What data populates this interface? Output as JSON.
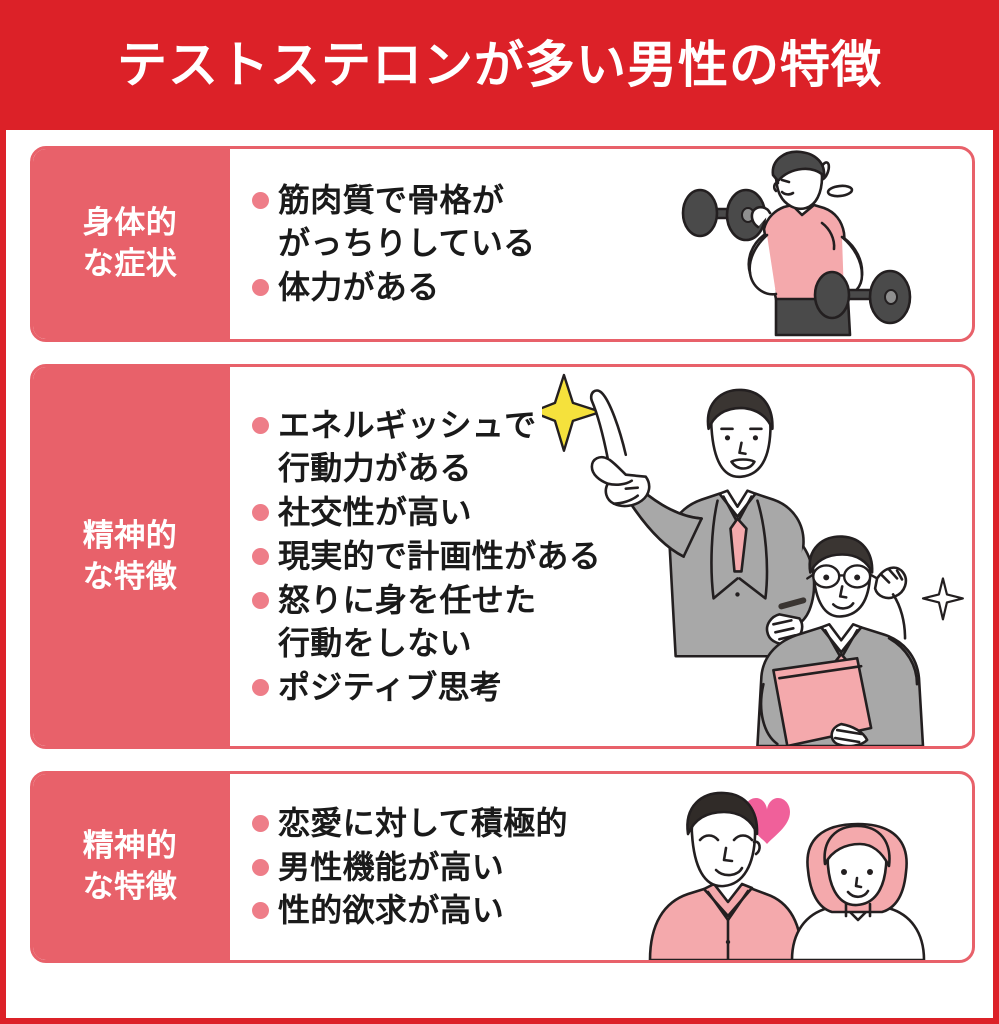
{
  "header": {
    "title": "テストステロンが多い男性の特徴"
  },
  "theme": {
    "header_bg": "#DC2128",
    "card_border": "#E8616A",
    "label_bg": "#E8616A",
    "bullet_dot": "#EE7D88",
    "text": "#1a1a1a",
    "page_bg": "#ffffff",
    "sparkle": "#F5E13C",
    "heart": "#F0609A",
    "suit_gray": "#A8A8A8",
    "shirt_pink": "#F4A9AC"
  },
  "sections": [
    {
      "label": "身体的\nな症状",
      "bullets": [
        "筋肉質で骨格が\nがっちりしている",
        "体力がある"
      ],
      "illustration": "man-lifting-dumbbells-illustration"
    },
    {
      "label": "精神的\nな特徴",
      "bullets": [
        "エネルギッシュで\n行動力がある",
        "社交性が高い",
        "現実的で計画性がある",
        "怒りに身を任せた\n行動をしない",
        "ポジティブ思考"
      ],
      "illustration": "two-businessmen-illustration"
    },
    {
      "label": "精神的\nな特徴",
      "bullets": [
        "恋愛に対して積極的",
        "男性機能が高い",
        "性的欲求が高い"
      ],
      "illustration": "couple-with-heart-illustration"
    }
  ]
}
